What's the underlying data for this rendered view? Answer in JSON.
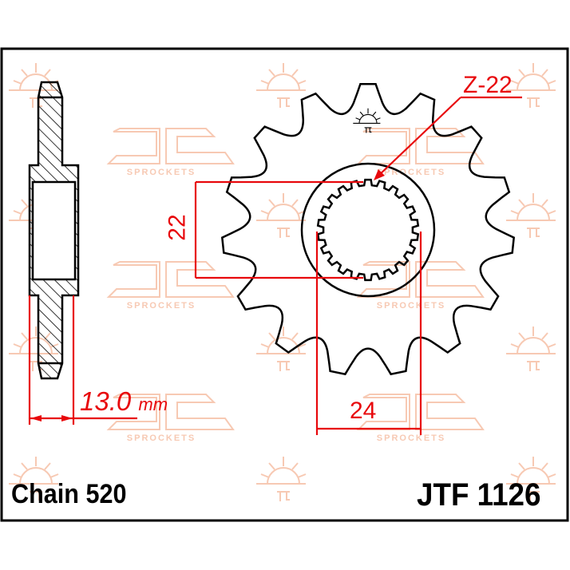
{
  "part": {
    "chain_label": "Chain 520",
    "part_number": "JTF 1126",
    "brand_watermark": "JT SPROCKETS"
  },
  "dimensions": {
    "spline_diameter": "22",
    "hub_width": "24",
    "spline_count": "Z-22",
    "thickness_value": "13.0",
    "thickness_unit": "mm"
  },
  "sprocket": {
    "teeth": 15,
    "spline_teeth": 22
  },
  "colors": {
    "outline": "#000000",
    "dimension": "#e8080c",
    "watermark": "#f6c3ab"
  }
}
